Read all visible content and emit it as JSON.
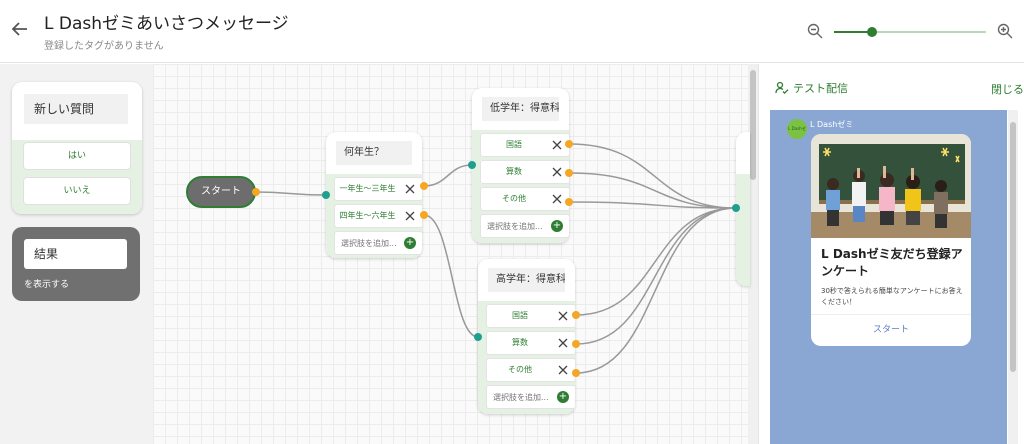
{
  "header": {
    "title": "L Dashゼミあいさつメッセージ",
    "subtitle": "登録したタグがありません",
    "zoom_level": 0.25
  },
  "palette": {
    "question": {
      "title": "新しい質問",
      "options": [
        "はい",
        "いいえ"
      ]
    },
    "result": {
      "title": "結果",
      "caption": "を表示する"
    }
  },
  "flow": {
    "start_label": "スタート",
    "nodes": [
      {
        "title": "何年生？",
        "options": [
          "一年生〜三年生",
          "四年生〜六年生"
        ],
        "add_placeholder": "選択肢を追加..."
      },
      {
        "title": "低学年：得意科",
        "options": [
          "国語",
          "算数",
          "その他"
        ],
        "add_placeholder": "選択肢を追加..."
      },
      {
        "title": "高学年：得意科",
        "options": [
          "国語",
          "算数",
          "その他"
        ],
        "add_placeholder": "選択肢を追加..."
      }
    ]
  },
  "panel": {
    "test_label": "テスト配信",
    "close_label": "閉じる",
    "preview": {
      "avatar_text": "L Dashゼミ",
      "sender": "L Dashゼミ",
      "card_title": "L Dashゼミ友だち登録アンケート",
      "card_desc": "30秒で答えられる簡単なアンケートにお答えください！",
      "card_button": "スタート"
    }
  },
  "colors": {
    "accent": "#2e7d32",
    "output_port": "#f5a623",
    "input_port": "#1f9f8f",
    "preview_bg": "#8aa7d4"
  }
}
